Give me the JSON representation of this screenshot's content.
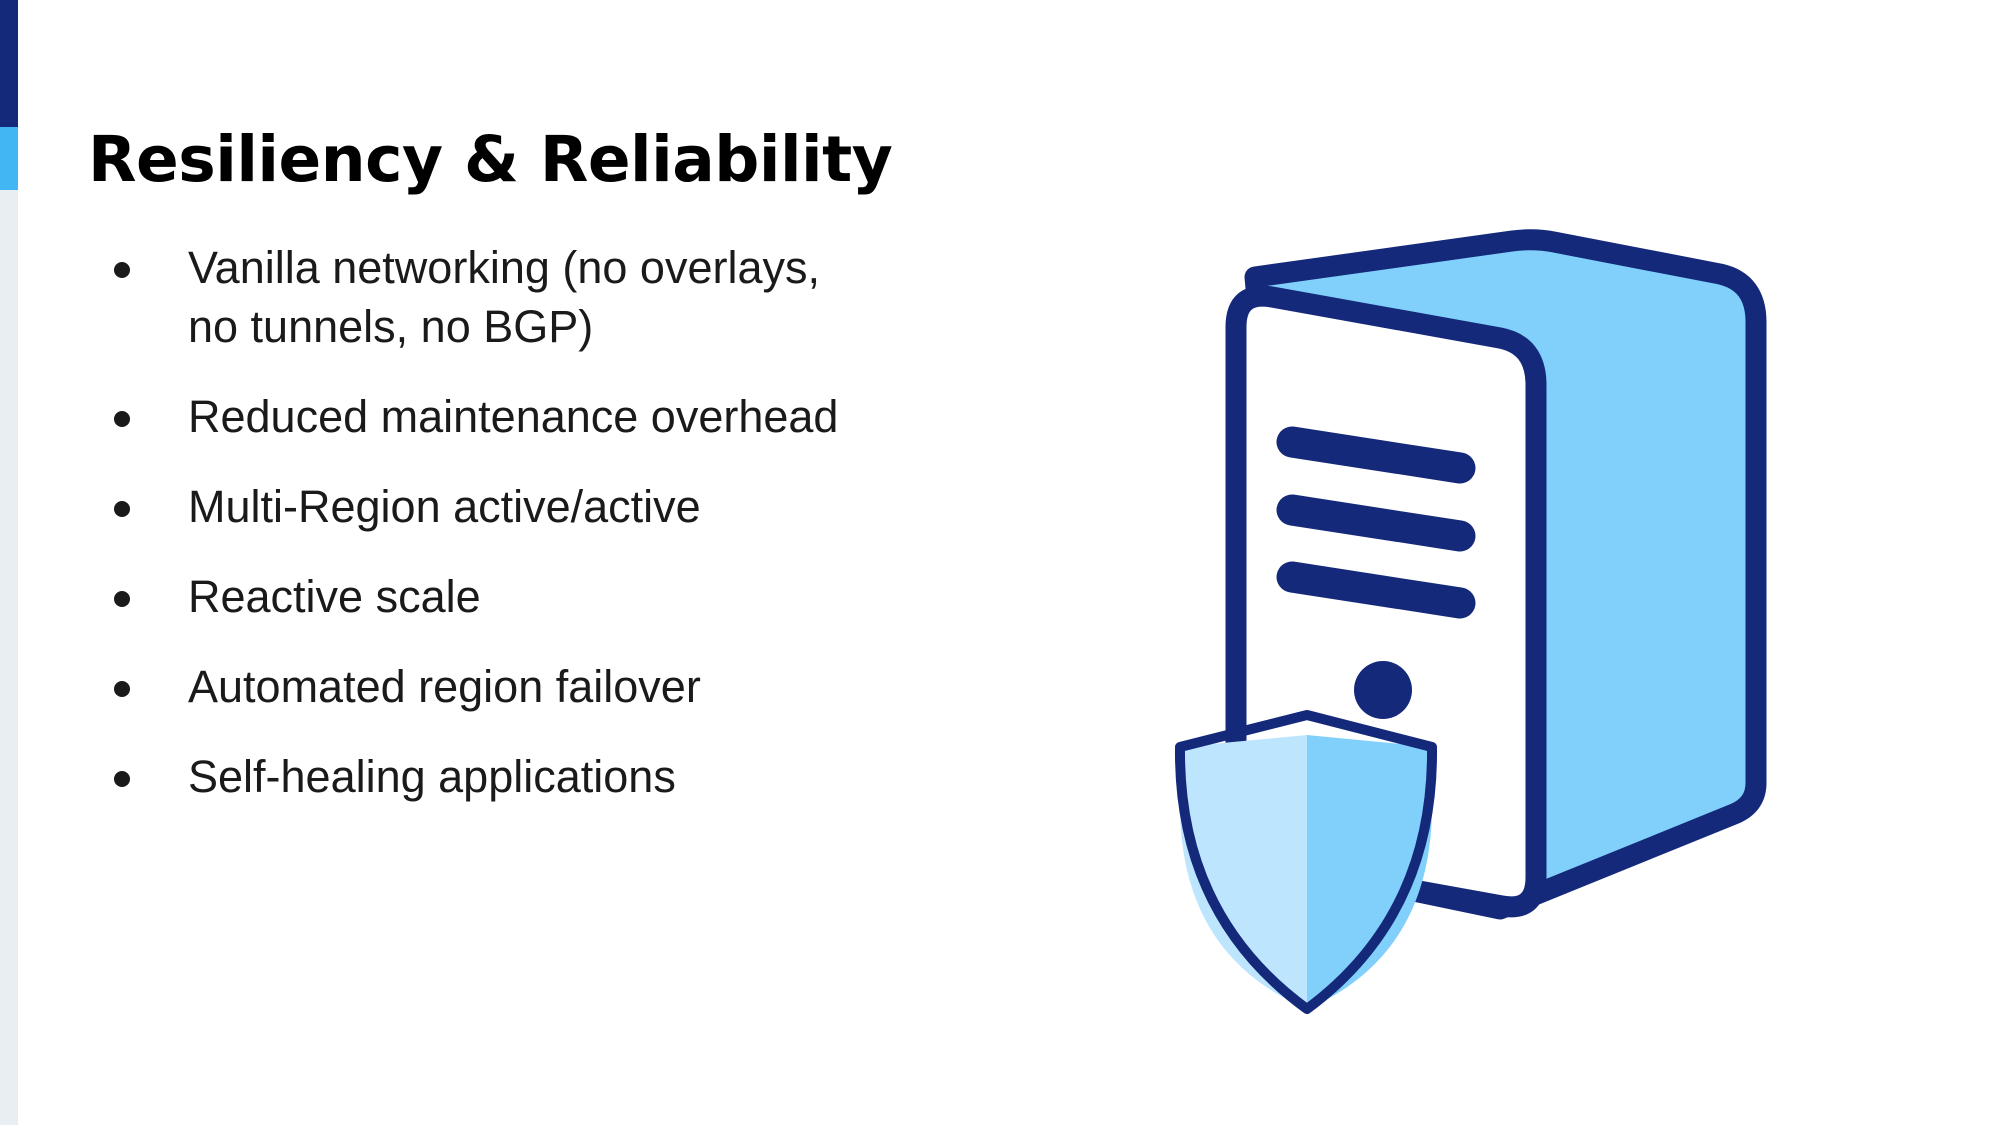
{
  "slide": {
    "title": "Resiliency & Reliability",
    "bullets": [
      {
        "lines": [
          "Vanilla networking (no overlays,",
          "no tunnels, no BGP)"
        ]
      },
      {
        "lines": [
          "Reduced maintenance overhead"
        ]
      },
      {
        "lines": [
          "Multi-Region active/active"
        ]
      },
      {
        "lines": [
          "Reactive scale"
        ]
      },
      {
        "lines": [
          "Automated region failover"
        ]
      },
      {
        "lines": [
          "Self-healing applications"
        ]
      }
    ]
  },
  "illustration": {
    "icon": "server-with-shield-icon"
  },
  "colors": {
    "accent_dark": "#15297a",
    "accent_light": "#41b6f3",
    "side_strip": "#e9eef3",
    "server_outline": "#14297a",
    "server_side": "#81d0fb",
    "shield_left": "#bde6fe",
    "shield_right": "#81d0fb"
  }
}
